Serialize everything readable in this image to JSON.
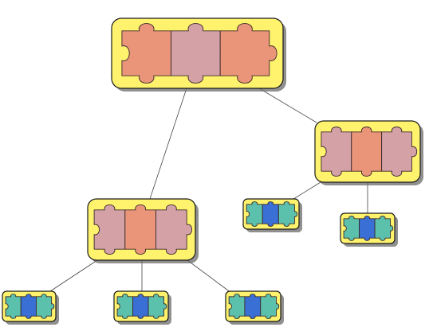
{
  "diagram": {
    "kind": "tree",
    "colors": {
      "background": "#ffffff",
      "node_fill": "#fff36e",
      "node_stroke": "#1a1a1a",
      "shadow": "#6b6b6b",
      "edge": "#444444",
      "piece_salmon": "#ea9479",
      "piece_mauve": "#d4a1a7",
      "piece_teal": "#5cc1ac",
      "piece_blue": "#3a70d6"
    },
    "nodes": [
      {
        "id": "root",
        "name": "root-node",
        "pieces": [
          "salmon",
          "mauve",
          "salmon"
        ]
      },
      {
        "id": "mid-r",
        "name": "mid-right-node",
        "pieces": [
          "mauve",
          "salmon",
          "mauve"
        ]
      },
      {
        "id": "mid-l",
        "name": "mid-left-node",
        "pieces": [
          "mauve",
          "salmon",
          "mauve"
        ]
      },
      {
        "id": "leaf-1",
        "name": "leaf-node-1",
        "pieces": [
          "teal",
          "blue",
          "teal"
        ]
      },
      {
        "id": "leaf-2",
        "name": "leaf-node-2",
        "pieces": [
          "teal",
          "blue",
          "teal"
        ]
      },
      {
        "id": "leaf-3",
        "name": "leaf-node-3",
        "pieces": [
          "teal",
          "blue",
          "teal"
        ]
      },
      {
        "id": "leaf-4",
        "name": "leaf-node-4",
        "pieces": [
          "teal",
          "blue",
          "teal"
        ]
      },
      {
        "id": "leaf-5",
        "name": "leaf-node-5",
        "pieces": [
          "teal",
          "blue",
          "teal"
        ]
      }
    ],
    "edges": [
      {
        "from": "root",
        "to": "mid-l"
      },
      {
        "from": "root",
        "to": "mid-r"
      },
      {
        "from": "mid-r",
        "to": "leaf-4"
      },
      {
        "from": "mid-r",
        "to": "leaf-5"
      },
      {
        "from": "mid-l",
        "to": "leaf-1"
      },
      {
        "from": "mid-l",
        "to": "leaf-2"
      },
      {
        "from": "mid-l",
        "to": "leaf-3"
      }
    ]
  }
}
